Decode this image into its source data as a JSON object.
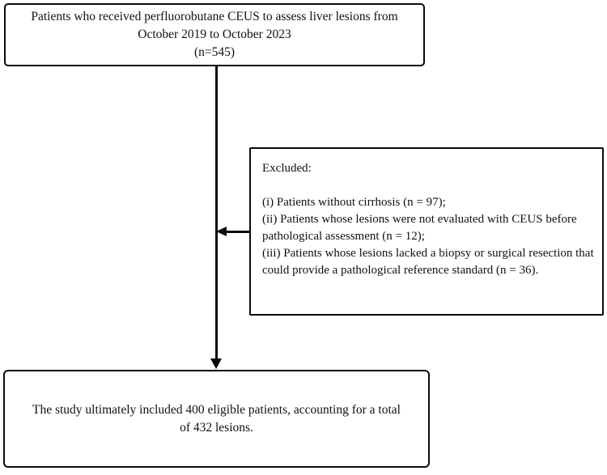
{
  "flowchart": {
    "colors": {
      "border": "#0a0a0a",
      "background": "#ffffff",
      "text": "#111111"
    },
    "enrollment_box": {
      "lines": [
        "Patients who received perfluorobutane CEUS to assess liver lesions from",
        "October 2019 to October 2023",
        "(n=545)"
      ]
    },
    "exclusion_box": {
      "title": "Excluded:",
      "items": [
        "(i) Patients without cirrhosis (n = 97);",
        "(ii) Patients whose lesions were not evaluated with CEUS before pathological assessment (n = 12);",
        "(iii) Patients whose lesions lacked a biopsy or surgical resection that could provide a pathological reference standard (n = 36)."
      ]
    },
    "result_box": {
      "lines": [
        "The study ultimately included 400 eligible patients, accounting for a total",
        "of 432 lesions."
      ]
    }
  }
}
